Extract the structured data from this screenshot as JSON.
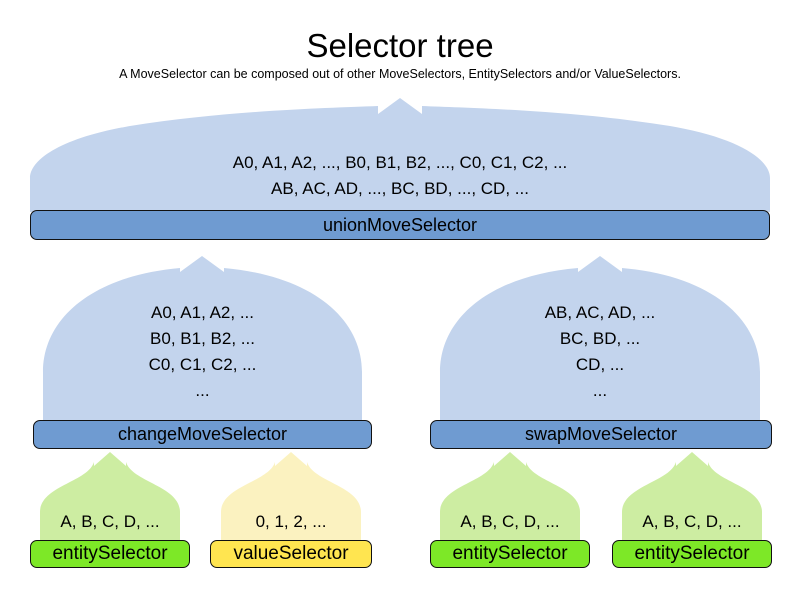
{
  "header": {
    "title": "Selector tree",
    "subtitle": "A MoveSelector can be composed out of other MoveSelectors, EntitySelectors and/or ValueSelectors."
  },
  "colors": {
    "move_selector_body": "#c3d4ed",
    "move_selector_bar": "#6f9bd1",
    "entity_selector_body": "#cdeda2",
    "entity_selector_bar": "#7de827",
    "value_selector_body": "#fbf2c0",
    "value_selector_bar": "#ffe550",
    "outline": "#111111",
    "background": "#ffffff"
  },
  "nodes": {
    "union": {
      "label": "unionMoveSelector",
      "content": "A0, A1, A2, ..., B0, B1, B2, ..., C0, C1, C2, ...\nAB, AC, AD, ..., BC, BD, ..., CD, ...",
      "kind": "move-selector"
    },
    "change": {
      "label": "changeMoveSelector",
      "content": "A0, A1, A2, ...\nB0, B1, B2, ...\nC0, C1, C2, ...\n...",
      "kind": "move-selector"
    },
    "swap": {
      "label": "swapMoveSelector",
      "content": "AB, AC, AD, ...\nBC, BD, ...\nCD, ...\n...",
      "kind": "move-selector"
    },
    "leaves": [
      {
        "label": "entitySelector",
        "content": "A, B, C, D, ...",
        "kind": "entity-selector"
      },
      {
        "label": "valueSelector",
        "content": "0, 1, 2, ...",
        "kind": "value-selector"
      },
      {
        "label": "entitySelector",
        "content": "A, B, C, D, ...",
        "kind": "entity-selector"
      },
      {
        "label": "entitySelector",
        "content": "A, B, C, D, ...",
        "kind": "entity-selector"
      }
    ]
  }
}
